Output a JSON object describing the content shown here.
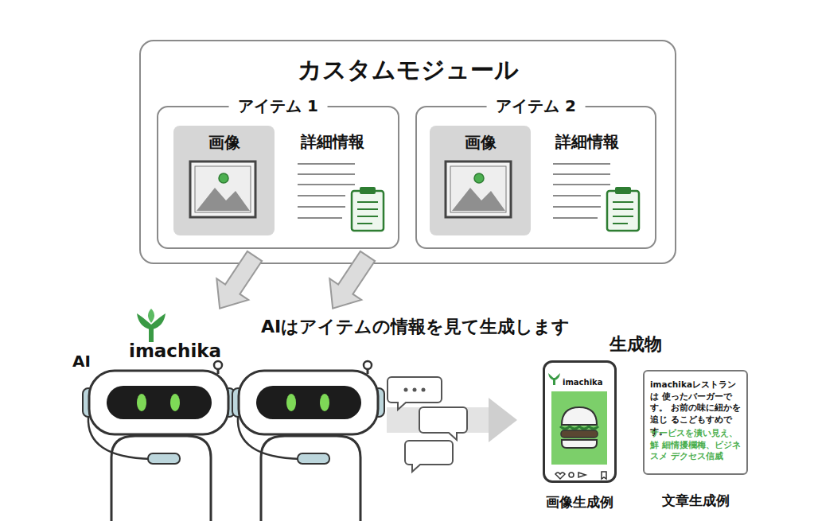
{
  "diagram": {
    "nodes": [
      {
        "text": [
          "カスタムモジュール"
        ]
      },
      {
        "text": [
          "アイテム 1"
        ],
        "in": 0
      },
      {
        "text": [
          "画像"
        ],
        "in": 1
      },
      {
        "text": [
          "アイテム 2"
        ],
        "in": 0
      },
      {
        "text": [
          "画像"
        ],
        "in": 3
      },
      {
        "text": [
          "imachika",
          "画像生成例"
        ]
      },
      {
        "text": [
          "imachikaレストランは 使ったバーガーです。 お前の味に紐かを追じ るこどもすめです。",
          "サービスを潰い見え、鮮 細情擾欄梅、ビジネスメ デクセス信威",
          "文章生成例"
        ]
      }
    ],
    "labels": [
      "詳細情報",
      "詳細情報",
      "AI",
      "imachika",
      "AIはアイテムの情報を見て生成します",
      "生成物"
    ]
  }
}
